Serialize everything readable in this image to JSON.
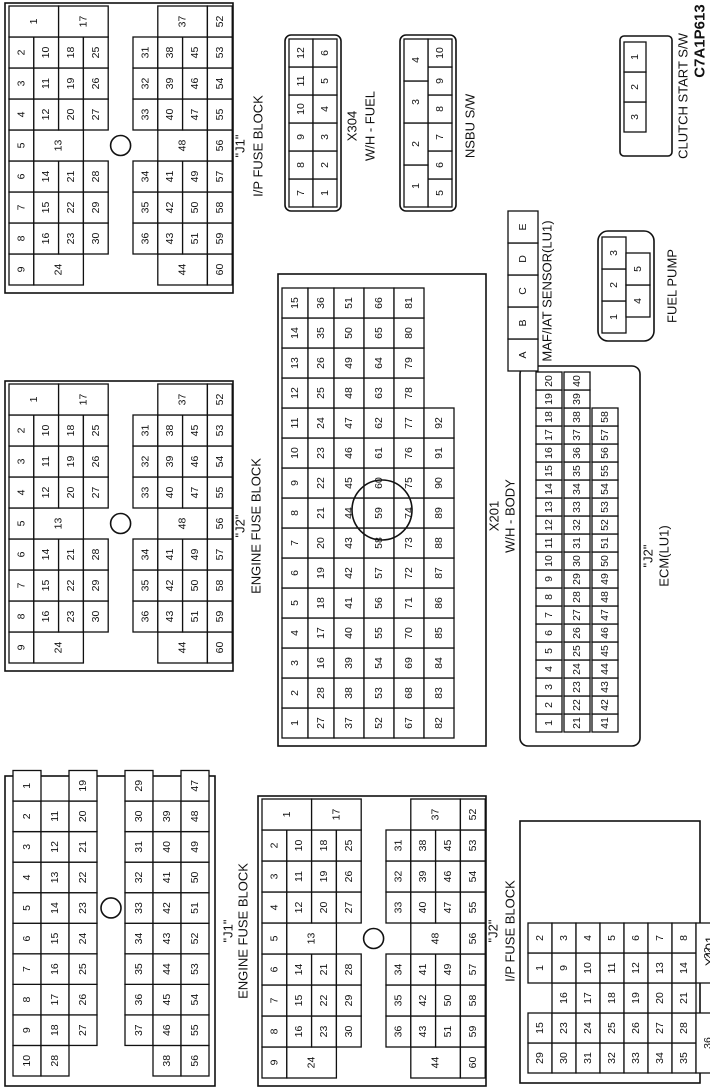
{
  "figure_code": "C7A1P613",
  "connectors": [
    {
      "id": "ip_j1",
      "title": "\"J1\"",
      "subtitle": "I/P FUSE BLOCK",
      "pins": [
        "1",
        "17",
        "37",
        "52",
        "2",
        "10",
        "18",
        "25",
        "31",
        "38",
        "45",
        "53",
        "3",
        "11",
        "19",
        "26",
        "32",
        "39",
        "46",
        "54",
        "4",
        "12",
        "20",
        "27",
        "33",
        "40",
        "47",
        "55",
        "5",
        "13",
        "48",
        "56",
        "6",
        "14",
        "21",
        "28",
        "34",
        "41",
        "49",
        "57",
        "7",
        "15",
        "22",
        "29",
        "35",
        "42",
        "50",
        "58",
        "8",
        "16",
        "23",
        "30",
        "36",
        "43",
        "51",
        "59",
        "9",
        "24",
        "44",
        "60"
      ]
    },
    {
      "id": "x304",
      "title": "X304",
      "subtitle": "W/H - FUEL",
      "pins": [
        "1",
        "2",
        "3",
        "4",
        "5",
        "6",
        "7",
        "8",
        "9",
        "10",
        "11",
        "12"
      ]
    },
    {
      "id": "nsbu",
      "title": "",
      "subtitle": "NSBU S/W",
      "pins": [
        "1",
        "2",
        "3",
        "4",
        "5",
        "6",
        "7",
        "8",
        "9",
        "10"
      ]
    },
    {
      "id": "clutch",
      "title": "",
      "subtitle": "CLUTCH START S/W",
      "pins": [
        "1",
        "2",
        "3",
        "4"
      ]
    },
    {
      "id": "maf",
      "title": "",
      "subtitle": "MAF/IAT SENSOR(LU1)",
      "pins": [
        "A",
        "B",
        "C",
        "D",
        "E"
      ]
    },
    {
      "id": "fuel_pump",
      "title": "",
      "subtitle": "FUEL PUMP",
      "pins": [
        "1",
        "2",
        "3",
        "4",
        "5"
      ]
    },
    {
      "id": "eng_j2",
      "title": "\"J2\"",
      "subtitle": "ENGINE FUSE BLOCK",
      "pins": [
        "1",
        "17",
        "37",
        "52",
        "2",
        "10",
        "18",
        "25",
        "31",
        "38",
        "45",
        "53",
        "3",
        "11",
        "19",
        "26",
        "32",
        "39",
        "46",
        "54",
        "4",
        "12",
        "20",
        "27",
        "33",
        "40",
        "47",
        "55",
        "5",
        "13",
        "48",
        "56",
        "6",
        "14",
        "21",
        "28",
        "34",
        "41",
        "49",
        "57",
        "7",
        "15",
        "22",
        "29",
        "35",
        "42",
        "50",
        "58",
        "8",
        "16",
        "23",
        "30",
        "36",
        "43",
        "51",
        "59",
        "9",
        "24",
        "44",
        "60"
      ]
    },
    {
      "id": "x201",
      "title": "X201",
      "subtitle": "W/H - BODY",
      "pins": [
        "1",
        "2",
        "3",
        "4",
        "5",
        "6",
        "7",
        "8",
        "9",
        "10",
        "11",
        "12",
        "13",
        "14",
        "15",
        "16",
        "17",
        "18",
        "19",
        "20",
        "21",
        "22",
        "23",
        "24",
        "25",
        "26",
        "27",
        "28",
        "29",
        "30",
        "31",
        "32",
        "33",
        "34",
        "35",
        "36",
        "37",
        "38",
        "39",
        "40",
        "41",
        "42",
        "43",
        "44",
        "45",
        "46",
        "47",
        "48",
        "49",
        "50",
        "51",
        "52",
        "53",
        "54",
        "55",
        "56",
        "57",
        "58",
        "59",
        "60",
        "61",
        "62",
        "63",
        "64",
        "65",
        "66",
        "67",
        "68",
        "69",
        "70",
        "71",
        "72",
        "73",
        "74",
        "75",
        "76",
        "77",
        "78",
        "79",
        "80",
        "81",
        "82",
        "83",
        "84",
        "85",
        "86",
        "87",
        "88",
        "89",
        "90",
        "91",
        "92"
      ]
    },
    {
      "id": "ecm_j2",
      "title": "\"J2\"",
      "subtitle": "ECM(LU1)",
      "pins": [
        "1",
        "2",
        "3",
        "4",
        "5",
        "6",
        "7",
        "8",
        "9",
        "10",
        "11",
        "12",
        "13",
        "14",
        "15",
        "16",
        "17",
        "18",
        "19",
        "20",
        "21",
        "22",
        "23",
        "24",
        "25",
        "26",
        "27",
        "28",
        "29",
        "30",
        "31",
        "32",
        "33",
        "34",
        "35",
        "36",
        "37",
        "38",
        "39",
        "40",
        "41",
        "42",
        "43",
        "44",
        "45",
        "46",
        "47",
        "48",
        "49",
        "50",
        "51",
        "52",
        "53",
        "54",
        "55",
        "56",
        "57",
        "58"
      ]
    },
    {
      "id": "eng_j1",
      "title": "\"J1\"",
      "subtitle": "ENGINE FUSE BLOCK",
      "pins": [
        "1",
        "19",
        "29",
        "47",
        "2",
        "11",
        "20",
        "30",
        "39",
        "48",
        "3",
        "12",
        "21",
        "31",
        "40",
        "49",
        "4",
        "13",
        "22",
        "32",
        "41",
        "50",
        "5",
        "14",
        "23",
        "33",
        "42",
        "51",
        "6",
        "15",
        "24",
        "34",
        "43",
        "52",
        "7",
        "16",
        "25",
        "35",
        "44",
        "53",
        "8",
        "17",
        "26",
        "36",
        "45",
        "54",
        "9",
        "18",
        "27",
        "37",
        "46",
        "55",
        "10",
        "28",
        "38",
        "56"
      ]
    },
    {
      "id": "ip_j2",
      "title": "\"J2\"",
      "subtitle": "I/P FUSE BLOCK",
      "pins": [
        "1",
        "17",
        "37",
        "52",
        "2",
        "10",
        "18",
        "25",
        "31",
        "38",
        "45",
        "53",
        "3",
        "11",
        "19",
        "26",
        "32",
        "39",
        "46",
        "54",
        "4",
        "12",
        "20",
        "27",
        "33",
        "40",
        "47",
        "55",
        "5",
        "13",
        "48",
        "56",
        "6",
        "14",
        "21",
        "28",
        "34",
        "41",
        "49",
        "57",
        "7",
        "15",
        "22",
        "29",
        "35",
        "42",
        "50",
        "58",
        "8",
        "16",
        "23",
        "30",
        "36",
        "43",
        "51",
        "59",
        "9",
        "24",
        "44",
        "60"
      ]
    },
    {
      "id": "x101",
      "title": "X101",
      "subtitle": "W/H ENGINE",
      "pins": [
        "1",
        "2",
        "3",
        "4",
        "5",
        "6",
        "7",
        "8",
        "9",
        "10",
        "11",
        "12",
        "13",
        "14",
        "15",
        "16",
        "17",
        "18",
        "19",
        "20",
        "21",
        "22",
        "23",
        "24",
        "25",
        "26",
        "27",
        "28",
        "29",
        "30",
        "31",
        "32",
        "33",
        "34",
        "35",
        "36"
      ]
    }
  ]
}
